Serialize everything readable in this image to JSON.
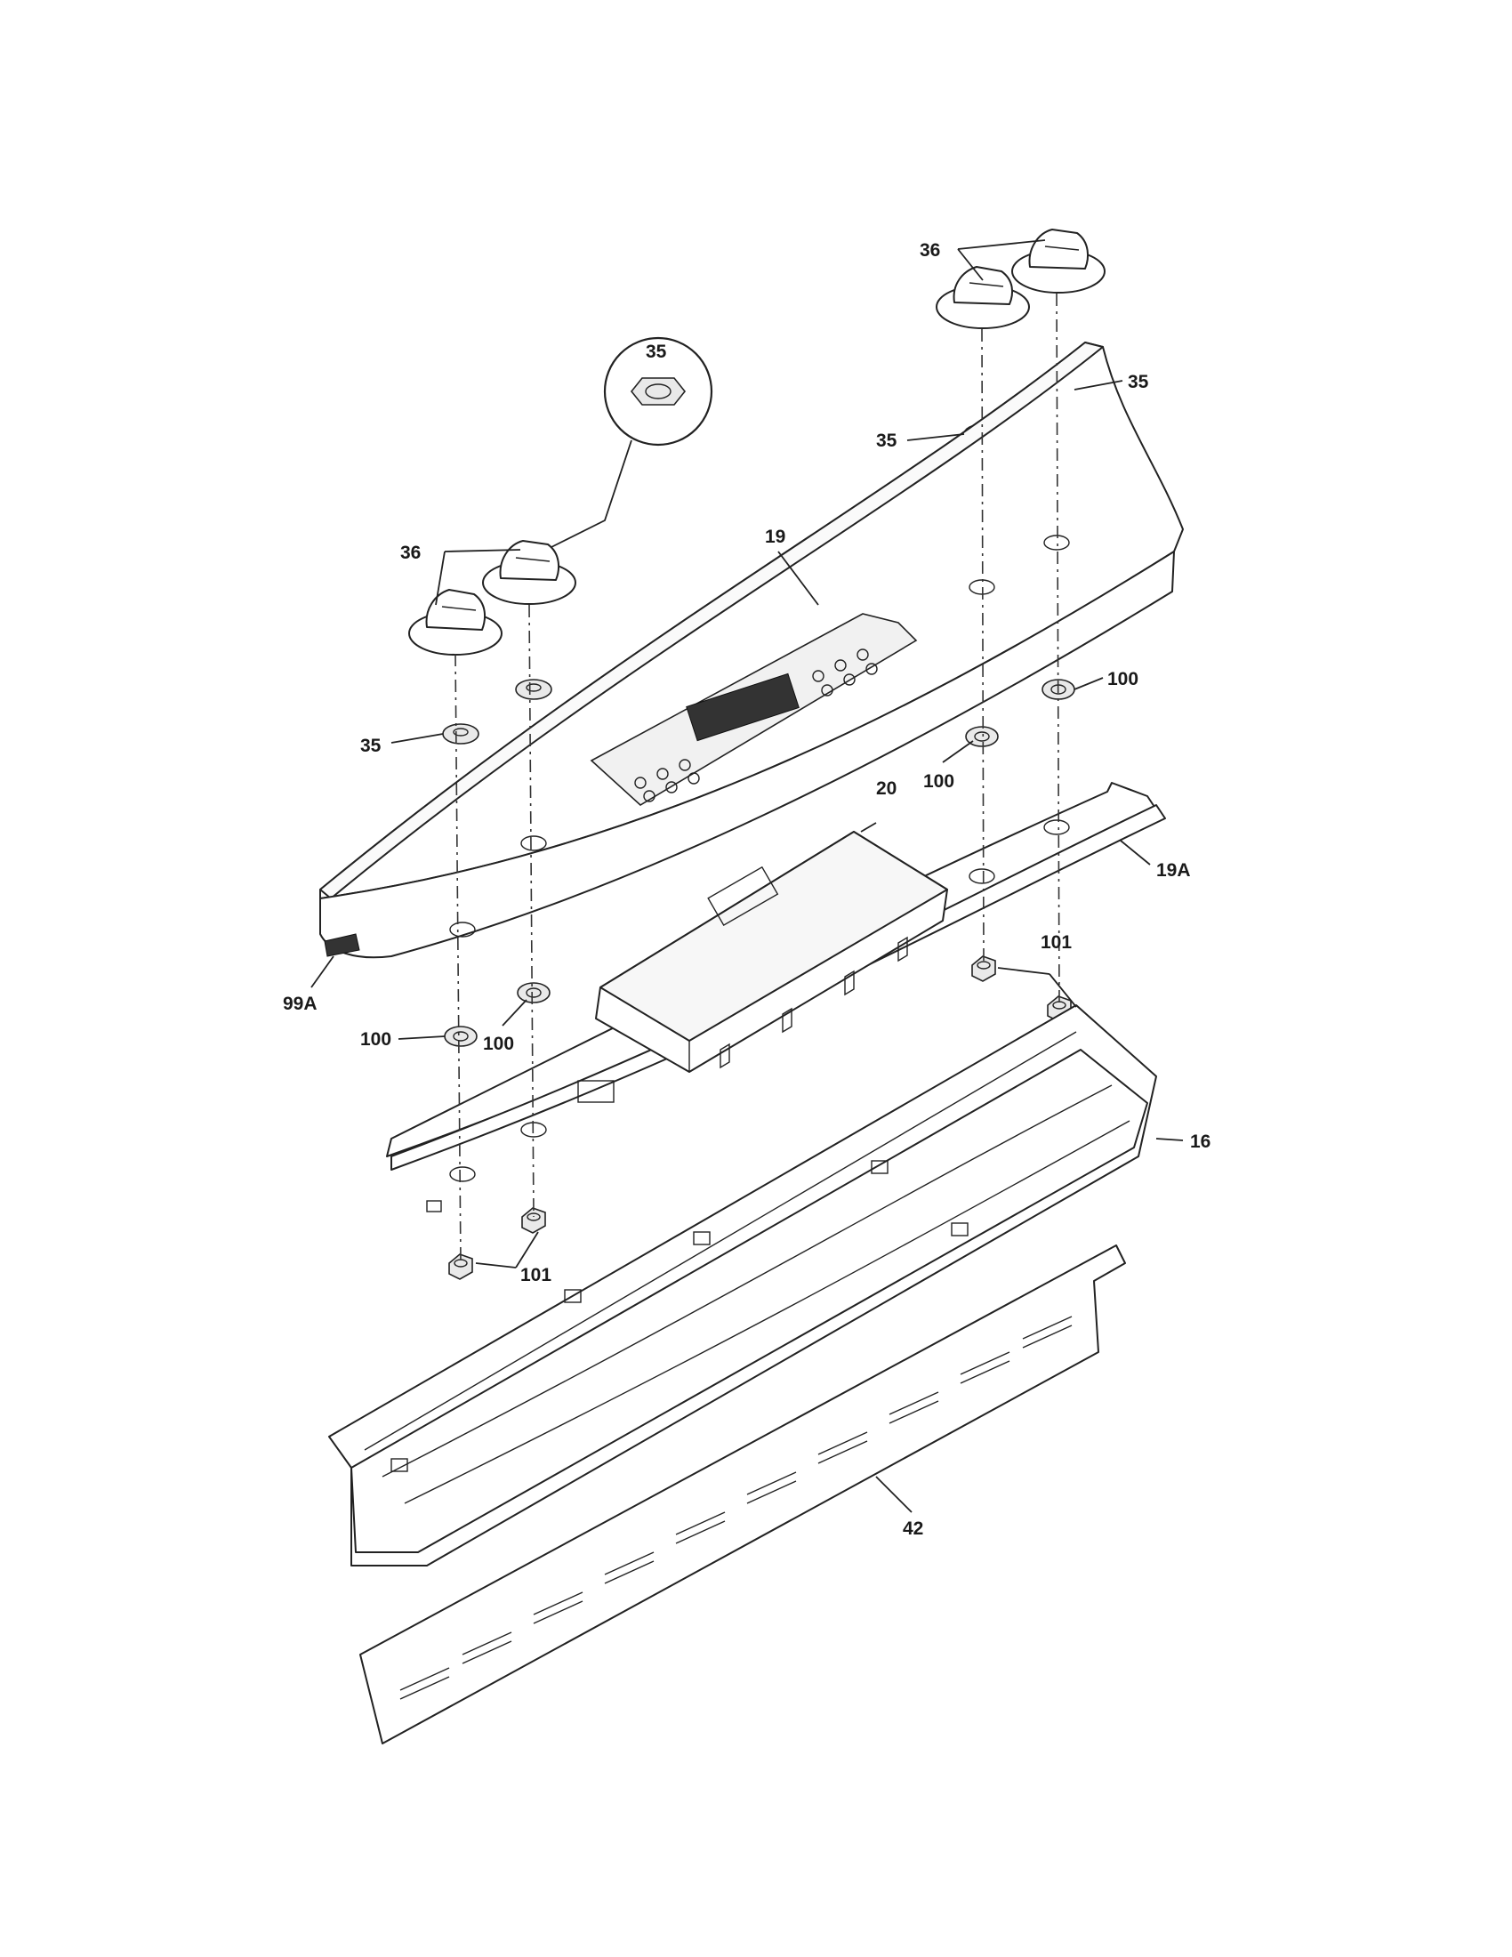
{
  "diagram": {
    "callouts": {
      "c36_top": "36",
      "c35_top_right": "35",
      "c35_top_mid": "35",
      "c35_circle": "35",
      "c36_left": "36",
      "c19": "19",
      "c35_left": "35",
      "c100_right": "100",
      "c20": "20",
      "c100_mid": "100",
      "c19a": "19A",
      "c101_right": "101",
      "c99a": "99A",
      "c100_left": "100",
      "c100_left2": "100",
      "c16": "16",
      "c101_left": "101",
      "c42": "42"
    }
  }
}
